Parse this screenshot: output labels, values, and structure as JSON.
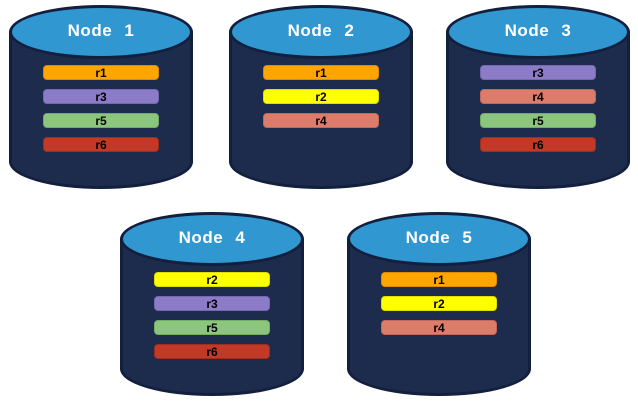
{
  "colors": {
    "background": "#ffffff",
    "cylinder_body": "#1d2b4c",
    "cylinder_outline": "#12203e",
    "cylinder_top_fill": "#3097d1",
    "node_label_text": "#ffffff",
    "replica_label_text": "#000000"
  },
  "replica_colors": {
    "r1": "#ffa500",
    "r2": "#feff00",
    "r3": "#8c7cc8",
    "r4": "#dc7c6a",
    "r5": "#8cc57d",
    "r6": "#c23a27"
  },
  "replica_border_colors": {
    "r1": "#d98c00",
    "r2": "#dede00",
    "r3": "#7668b3",
    "r4": "#c2685a",
    "r5": "#72ab63",
    "r6": "#9e2f1f"
  },
  "nodes": [
    {
      "label": "Node 1",
      "replicas": [
        "r1",
        "r3",
        "r5",
        "r6"
      ]
    },
    {
      "label": "Node 2",
      "replicas": [
        "r1",
        "r2",
        "r4"
      ]
    },
    {
      "label": "Node 3",
      "replicas": [
        "r3",
        "r4",
        "r5",
        "r6"
      ]
    },
    {
      "label": "Node 4",
      "replicas": [
        "r2",
        "r3",
        "r5",
        "r6"
      ]
    },
    {
      "label": "Node 5",
      "replicas": [
        "r1",
        "r2",
        "r4"
      ]
    }
  ]
}
